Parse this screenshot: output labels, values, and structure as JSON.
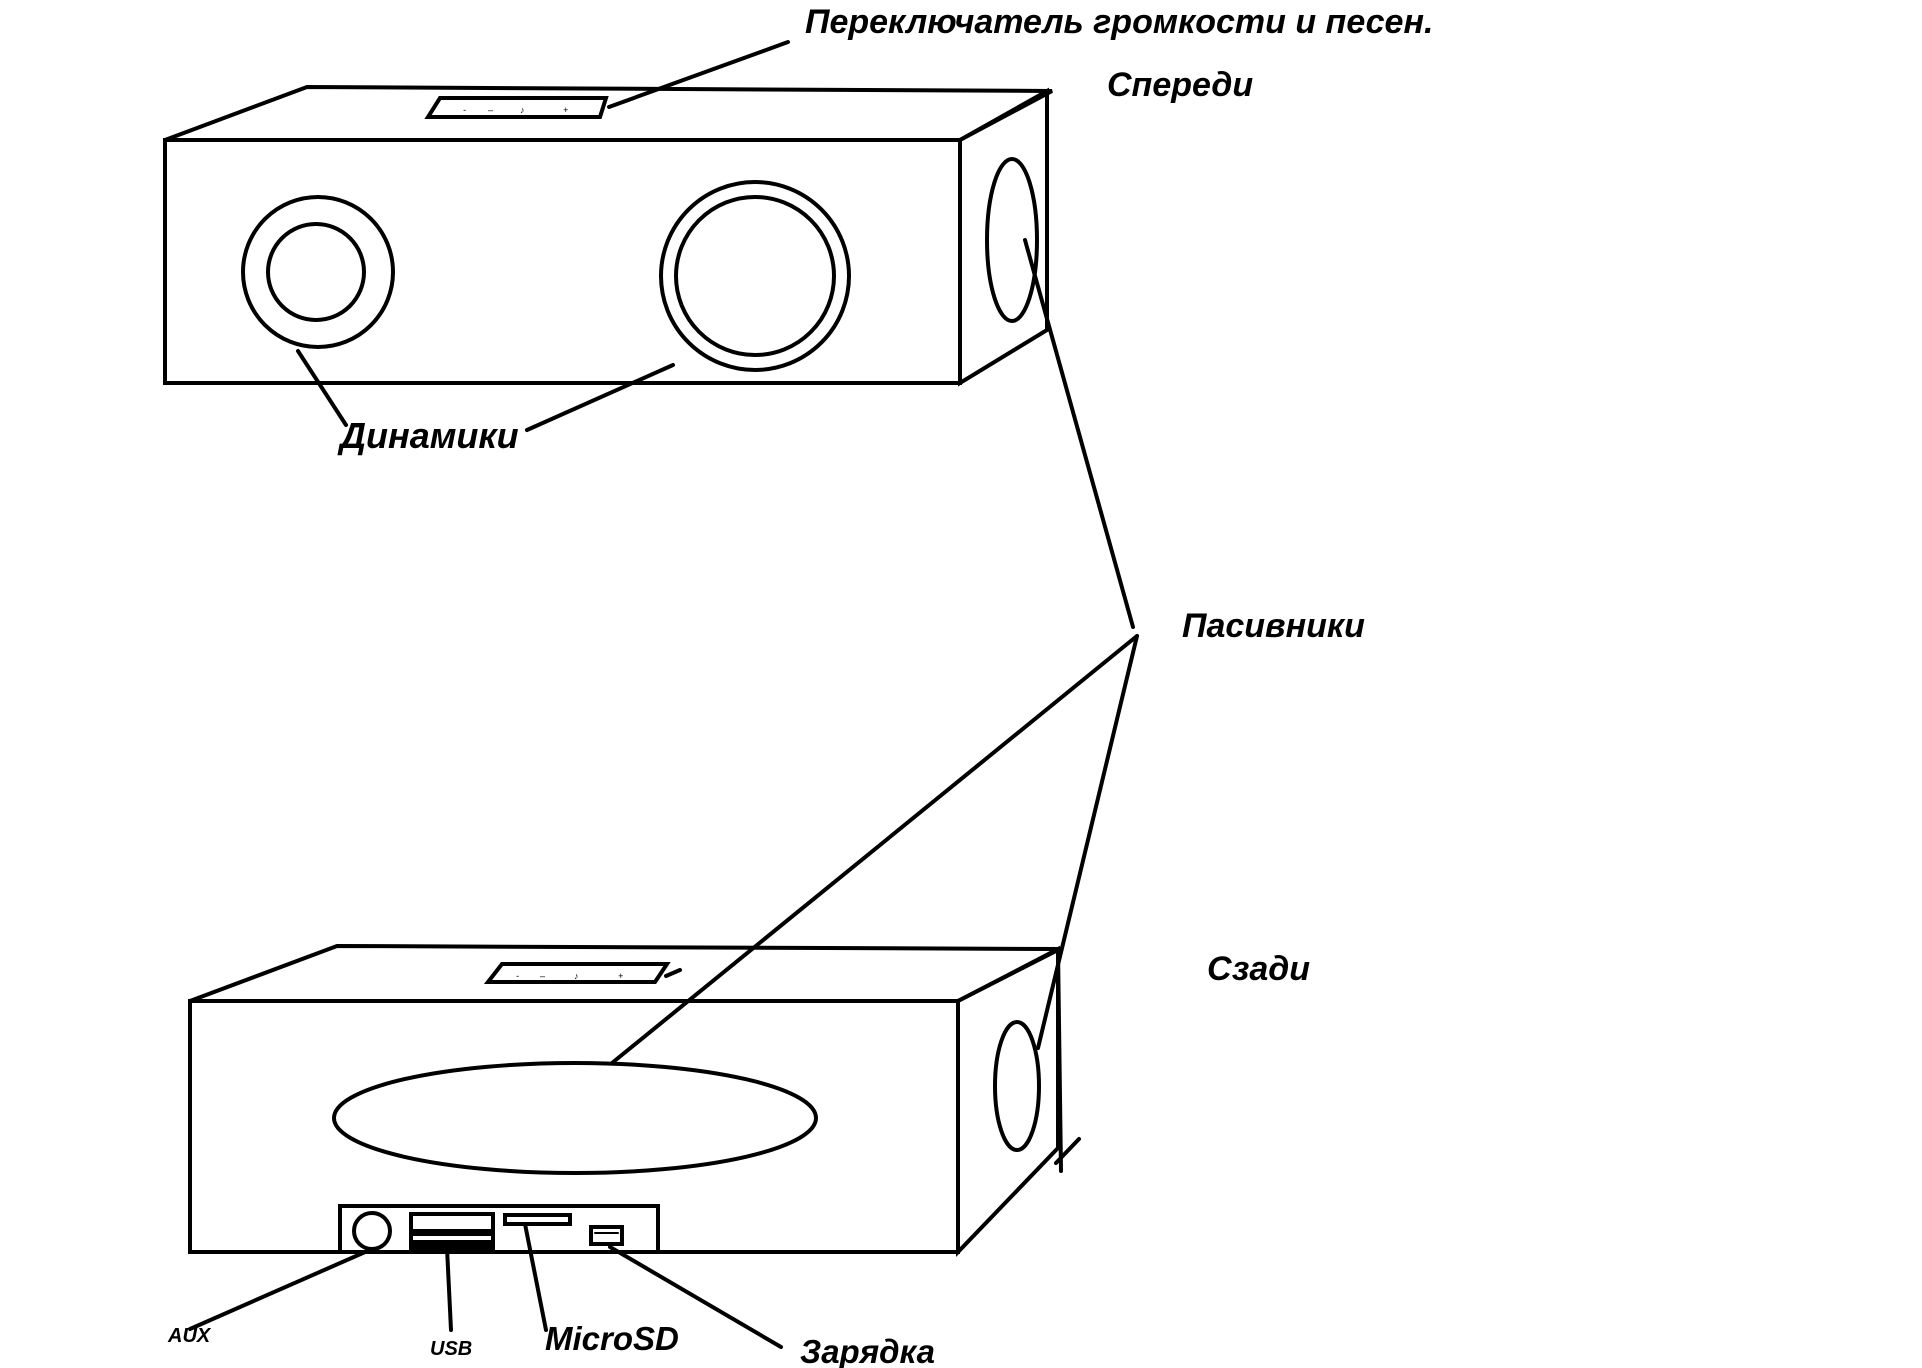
{
  "labels": {
    "switch": "Переключатель громкости и песен.",
    "front": "Спереди",
    "speakers": "Динамики",
    "passives": "Пасивники",
    "back": "Сзади",
    "aux": "AUX",
    "usb": "USB",
    "microsd": "MicroSD",
    "charging": "Зарядка"
  },
  "switch_symbols": [
    "-",
    "–",
    "♪",
    "+"
  ],
  "colors": {
    "ink": "#000000",
    "paper": "#ffffff"
  }
}
